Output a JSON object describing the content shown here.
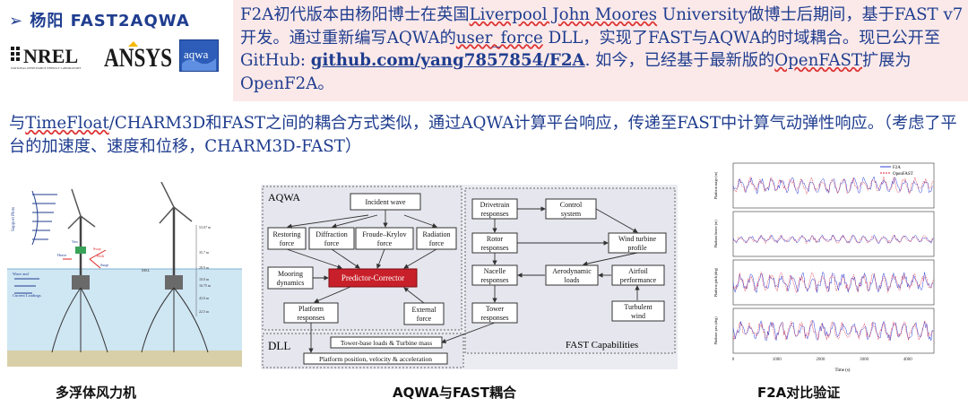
{
  "header": {
    "title": "➢  杨阳  FAST2AQWA",
    "logos": {
      "nrel": "NREL",
      "nrel_sub": "NATIONAL RENEWABLE ENERGY LABORATORY",
      "ansys": "ANSYS",
      "aqwa": "aqwa"
    }
  },
  "intro": {
    "p1": "F2A初代版本由杨阳博士在英国",
    "p2": "Liverpool John Moores",
    "p3": " University做博士后期间，基于FAST v7开发。通过重新编写AQWA的",
    "p4": "user_force",
    "p5": " DLL，实现了FAST与AQWA的时域耦合。现已公开至GitHub: ",
    "link": "github.com/yang7857854/F2A",
    "p6": ". 如今，已经基于最新版的",
    "p7": "OpenFAST",
    "p8": "扩展为OpenF2A。"
  },
  "body": {
    "t1": "与",
    "t2": "TimeFloat",
    "t3": "/CHARM3D和FAST之间的耦合方式类似，通过AQWA计算平台响应，传递至FAST中计算气动弹性响应。（考虑了平台的加速度、速度和位移，CHARM3D-FAST）"
  },
  "figure1": {
    "labels": {
      "support": "Support Plots",
      "wave": "Wave and\nCurrent Loadings",
      "msl": "MSL",
      "sway": "Sway",
      "pitch": "Pitch",
      "surge": "Surge",
      "heave": "Heave",
      "yaw": "Yaw",
      "d1": "53.07 m",
      "d2": "35.7 m",
      "d3": "28.9 m",
      "d4": "10.0 m",
      "d5": "16.75 m",
      "d6": "43.0 m",
      "d7": "22.5 m"
    },
    "caption": "多浮体风力机"
  },
  "figure2": {
    "aqwa_title": "AQWA",
    "dll_title": "DLL",
    "fast_title": "FAST Capabilities",
    "boxes": {
      "incident": "Incident wave",
      "restoring": "Restoring\nforce",
      "diffraction": "Diffraction\nforce",
      "froude": "Froude–Krylov\nforce",
      "radiation": "Radiation\nforce",
      "mooring": "Mooring\ndynamics",
      "predictor": "Predictor-Corrector",
      "platform": "Platform\nresponses",
      "external": "External\nforce",
      "drivetrain": "Drivetrain\nresponses",
      "control": "Control\nsystem",
      "rotor": "Rotor\nresponses",
      "wind_profile": "Wind turbine\nprofile",
      "nacelle": "Nacelle\nresponses",
      "aero": "Aerodynamic\nloads",
      "airfoil": "Airfoil\nperformance",
      "tower": "Tower\nresponses",
      "turbulent": "Turbulent\nwind",
      "towerbase": "Tower-base loads & Turbine mass",
      "platform_pos": "Platform position, velocity & acceleration"
    },
    "caption": "AQWA与FAST耦合"
  },
  "figure3": {
    "legend": [
      "F2A",
      "OpenFAST"
    ],
    "ylabels": [
      "Platform surge (m)",
      "Platform heave (m)",
      "Platform pitch (deg)",
      "Platform yaw (deg)"
    ],
    "xlabel": "Time (s)",
    "xticks": [
      "0",
      "1000",
      "2000",
      "3000",
      "4000"
    ],
    "caption": "F2A对比验证",
    "colors": {
      "f2a": "#2b3fd6",
      "openfast": "#e0213a"
    }
  }
}
